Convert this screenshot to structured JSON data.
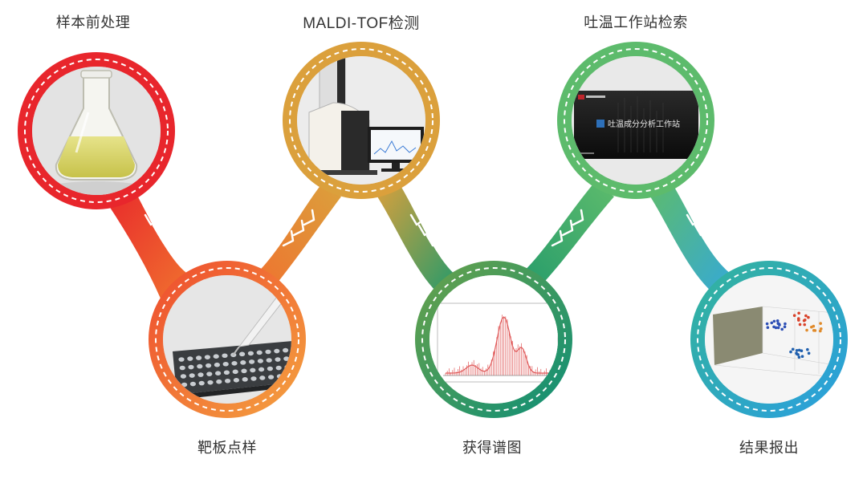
{
  "steps": [
    {
      "label": "样本前处理",
      "icon": "flask-icon"
    },
    {
      "label": "靶板点样",
      "icon": "target-plate-pipette-icon"
    },
    {
      "label": "MALDI-TOF检测",
      "icon": "maldi-tof-instrument-icon"
    },
    {
      "label": "获得谱图",
      "icon": "mass-spectrum-icon"
    },
    {
      "label": "吐温工作站检索",
      "icon": "software-screen-icon"
    },
    {
      "label": "结果报出",
      "icon": "scatter-plot-icon"
    }
  ],
  "screen_title": "吐温成分分析工作站",
  "colors": {
    "step1": "#e8262c",
    "step2": "#f0702e",
    "step3": "#dba03c",
    "step4": "#239a6b",
    "step5": "#5dbb6c",
    "step6": "#35a9d8"
  }
}
